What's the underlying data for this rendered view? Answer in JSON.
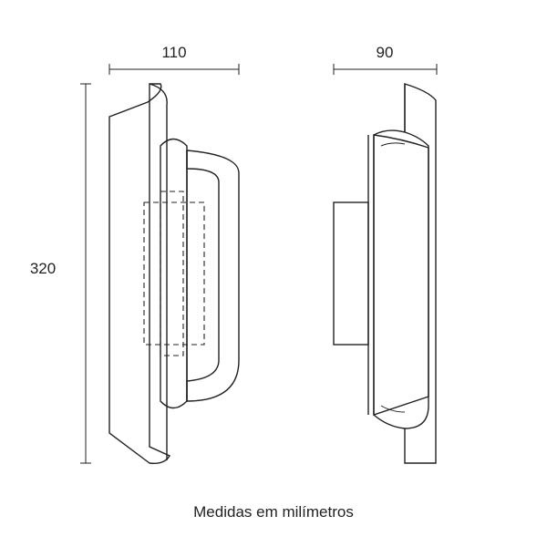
{
  "dimensions": {
    "width_front": "110",
    "width_side": "90",
    "height": "320"
  },
  "caption": "Medidas em milímetros"
}
